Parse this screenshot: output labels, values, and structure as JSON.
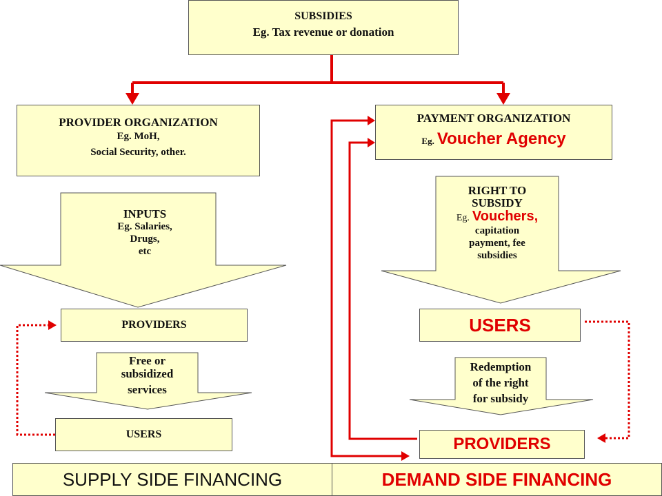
{
  "subsidies": {
    "title": "SUBSIDIES",
    "example": "Eg. Tax revenue or donation"
  },
  "provider_org": {
    "title": "PROVIDER ORGANIZATION",
    "line1": "Eg. MoH,",
    "line2": "Social Security, other."
  },
  "payment_org": {
    "title": "PAYMENT ORGANIZATION",
    "eg": "Eg.",
    "example": "Voucher Agency"
  },
  "inputs": {
    "title": "INPUTS",
    "line1": "Eg. Salaries,",
    "line2": "Drugs,",
    "line3": "etc"
  },
  "right_to_subsidy": {
    "line1": "RIGHT TO",
    "line2": "SUBSIDY",
    "eg": "Eg.",
    "example": "Vouchers,",
    "line3": "capitation",
    "line4": "payment, fee",
    "line5": "subsidies"
  },
  "supply_side": {
    "providers": "PROVIDERS",
    "arrow_line1": "Free or",
    "arrow_line2": "subsidized",
    "arrow_line3": "services",
    "users": "USERS"
  },
  "demand_side": {
    "users": "USERS",
    "arrow_line1": "Redemption",
    "arrow_line2": "of the right",
    "arrow_line3": "for subsidy",
    "providers": "PROVIDERS"
  },
  "footer": {
    "supply": "SUPPLY SIDE FINANCING",
    "demand": "DEMAND SIDE FINANCING"
  },
  "colors": {
    "box_fill": "#ffffcc",
    "connector_red": "#e00000",
    "text_red": "#e00000"
  }
}
